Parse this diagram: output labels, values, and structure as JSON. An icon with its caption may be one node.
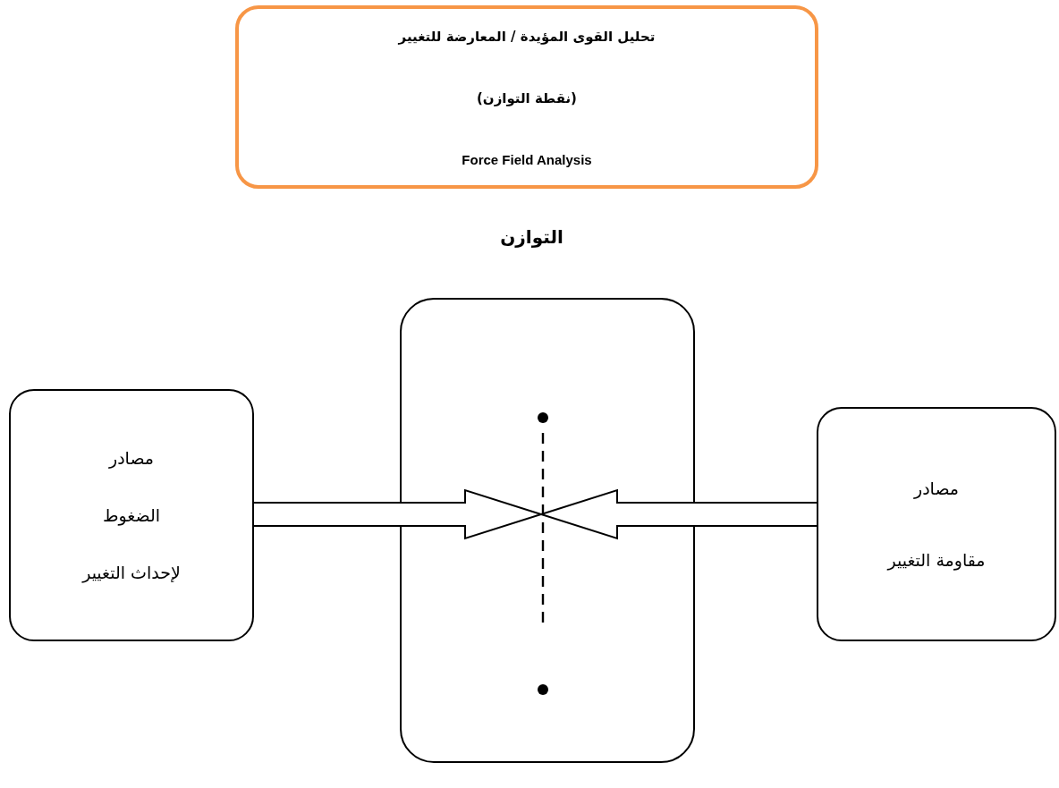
{
  "diagram": {
    "nodes": [
      {
        "text": [
          "تحليل القوى المؤيدة / المعارضة للتغيير",
          "(نقطة التوازن)",
          "Force Field Analysis"
        ]
      },
      {
        "text": [
          "التوازن"
        ]
      },
      {
        "text": [
          "مصادر الضغوط لإحداث التغيير"
        ]
      },
      {
        "text": [
          "مصادر مقاومة التغيير"
        ]
      },
      {
        "text": [],
        "shape": "line",
        "in": 1
      }
    ],
    "edges": [
      {
        "from": 2,
        "to": 4,
        "arrow": "to"
      },
      {
        "from": 3,
        "to": 4,
        "arrow": "to"
      }
    ]
  }
}
